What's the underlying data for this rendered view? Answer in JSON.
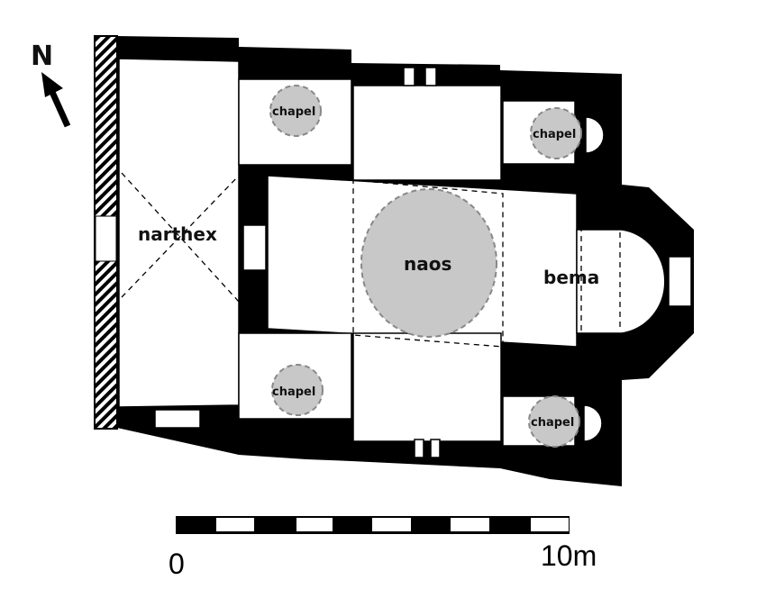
{
  "compass": {
    "label": "N"
  },
  "rooms": {
    "narthex": "narthex",
    "naos": "naos",
    "bema": "bema",
    "chapels": [
      "chapel",
      "chapel",
      "chapel",
      "chapel"
    ]
  },
  "scale": {
    "start": "0",
    "end": "10m"
  },
  "colors": {
    "wall": "#000000",
    "circle_fill": "#c8c8c8",
    "circle_stroke": "#888888"
  }
}
